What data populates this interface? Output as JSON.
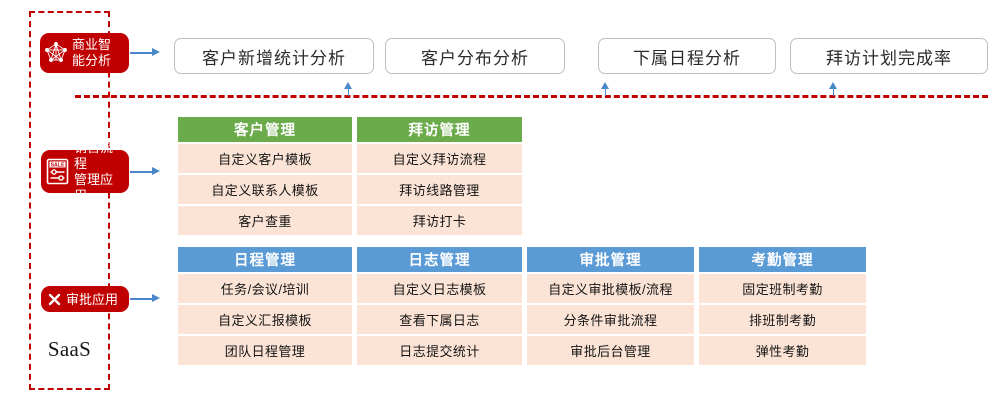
{
  "diagram": {
    "container_label": "SaaS",
    "accent_red": "#C00000",
    "accent_green": "#6CAB4C",
    "accent_blue": "#5B9BD5",
    "cell_bg": "#FBE3D5"
  },
  "badges": [
    {
      "id": "bi",
      "label": "商业智\n能分析",
      "icon": "network-graph-icon"
    },
    {
      "id": "sales",
      "label": "销售流程\n管理应用",
      "icon": "sale-document-icon"
    },
    {
      "id": "approval",
      "label": "审批应用",
      "icon": "cross-mark-icon"
    }
  ],
  "tabs": [
    {
      "label": "客户新增统计分析"
    },
    {
      "label": "客户分布分析"
    },
    {
      "label": "下属日程分析"
    },
    {
      "label": "拜访计划完成率"
    }
  ],
  "groups": [
    {
      "id": "sales-group",
      "color": "green",
      "columns": [
        {
          "title": "客户管理",
          "items": [
            "自定义客户模板",
            "自定义联系人模板",
            "客户查重"
          ]
        },
        {
          "title": "拜访管理",
          "items": [
            "自定义拜访流程",
            "拜访线路管理",
            "拜访打卡"
          ]
        }
      ]
    },
    {
      "id": "approval-group",
      "color": "blue",
      "columns": [
        {
          "title": "日程管理",
          "items": [
            "任务/会议/培训",
            "自定义汇报模板",
            "团队日程管理"
          ]
        },
        {
          "title": "日志管理",
          "items": [
            "自定义日志模板",
            "查看下属日志",
            "日志提交统计"
          ]
        },
        {
          "title": "审批管理",
          "items": [
            "自定义审批模板/流程",
            "分条件审批流程",
            "审批后台管理"
          ]
        },
        {
          "title": "考勤管理",
          "items": [
            "固定班制考勤",
            "排班制考勤",
            "弹性考勤"
          ]
        }
      ]
    }
  ]
}
